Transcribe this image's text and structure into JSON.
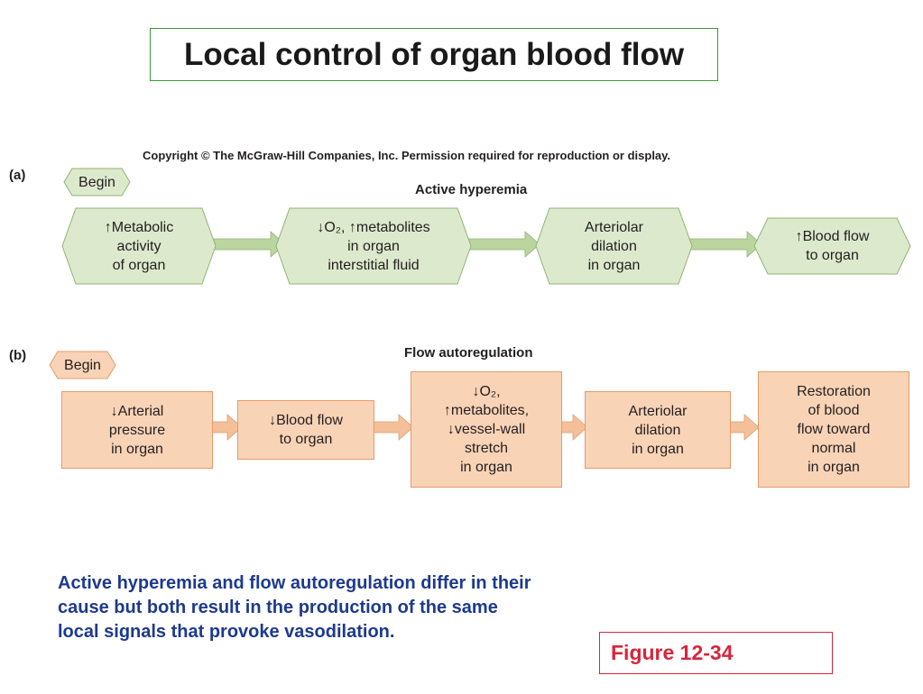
{
  "title": "Local control of organ blood flow",
  "copyright": "Copyright © The McGraw-Hill Companies, Inc. Permission required for reproduction or display.",
  "colors": {
    "hex_fill": "#dde9cc",
    "hex_stroke": "#8fb374",
    "arrow_green": "#bcd49e",
    "rect_fill": "#f9d3b6",
    "rect_stroke": "#e29b6b",
    "arrow_orange": "#f4c09a",
    "caption": "#1d3a8c",
    "figure_accent": "#d6263b",
    "title_border": "#3a9a3a"
  },
  "panel_a": {
    "label": "(a)",
    "begin": "Begin",
    "section_title": "Active hyperemia",
    "steps": [
      {
        "lines": [
          "↑Metabolic",
          "activity",
          "of organ"
        ]
      },
      {
        "lines": [
          "↓O₂, ↑metabolites",
          "in organ",
          "interstitial fluid"
        ]
      },
      {
        "lines": [
          "Arteriolar",
          "dilation",
          "in organ"
        ]
      },
      {
        "lines": [
          "↑Blood flow",
          "to organ"
        ]
      }
    ]
  },
  "panel_b": {
    "label": "(b)",
    "begin": "Begin",
    "section_title": "Flow autoregulation",
    "steps": [
      {
        "lines": [
          "↓Arterial",
          "pressure",
          "in organ"
        ]
      },
      {
        "lines": [
          "↓Blood flow",
          "to organ"
        ]
      },
      {
        "lines": [
          "↓O₂,",
          "↑metabolites,",
          "↓vessel-wall",
          "stretch",
          "in organ"
        ]
      },
      {
        "lines": [
          "Arteriolar",
          "dilation",
          "in organ"
        ]
      },
      {
        "lines": [
          "Restoration",
          "of blood",
          "flow toward",
          "normal",
          "in organ"
        ]
      }
    ]
  },
  "caption": {
    "lines": [
      "Active hyperemia and flow autoregulation differ in their",
      "cause but both result in the production of the same",
      "local signals that provoke vasodilation."
    ]
  },
  "figure_label": "Figure 12-34"
}
